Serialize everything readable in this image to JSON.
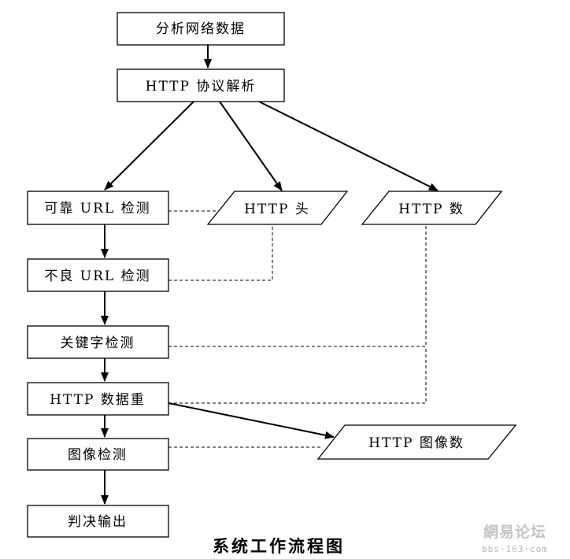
{
  "nodes": {
    "analyze": "分析网络数据",
    "http_parse": "HTTP 协议解析",
    "reliable_url": "可靠 URL 检测",
    "bad_url": "不良 URL 检测",
    "keyword": "关键字检测",
    "http_data_reassembly": "HTTP  数据重",
    "image_detect": "图像检测",
    "verdict": "判决输出",
    "http_header": "HTTP 头",
    "http_data": "HTTP  数",
    "http_image_data": "HTTP  图像数"
  },
  "caption": "系统工作流程图",
  "watermark": {
    "brand": "網易论坛",
    "url": "bbs·163·com"
  }
}
